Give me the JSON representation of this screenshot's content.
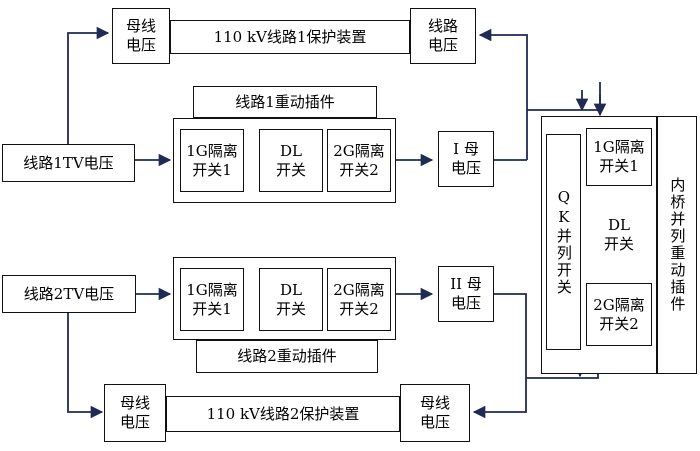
{
  "top_protection": {
    "left_label": "母线\n电压",
    "title": "110 kV线路1保护装置",
    "right_label": "线路\n电压"
  },
  "line1": {
    "tv_label": "线路1TV电压",
    "plugin_title": "线路1重动插件",
    "switch_1g": "1G隔离\n开关1",
    "switch_dl": "DL\n开关",
    "switch_2g": "2G隔离\n开关2",
    "bus_label": "I 母\n电压"
  },
  "line2": {
    "tv_label": "线路2TV电压",
    "plugin_title": "线路2重动插件",
    "switch_1g": "1G隔离\n开关1",
    "switch_dl": "DL\n开关",
    "switch_2g": "2G隔离\n开关2",
    "bus_label": "II 母\n电压"
  },
  "bottom_protection": {
    "left_label": "母线\n电压",
    "title": "110 kV线路2保护装置",
    "right_label": "母线\n电压"
  },
  "inner_bridge": {
    "qk_label": "QK并列开关",
    "switch_1g": "1G隔离\n开关1",
    "switch_dl": "DL\n开关",
    "switch_2g": "2G隔离\n开关2",
    "plugin_title": "内桥并列重动插件"
  },
  "colors": {
    "wire": "#1f2a55",
    "border": "#111111"
  }
}
